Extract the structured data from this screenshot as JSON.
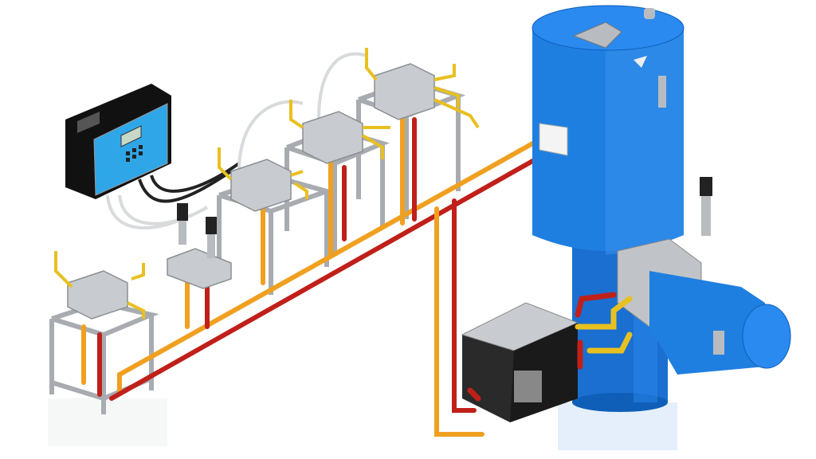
{
  "scene": {
    "subject": "lubrication-system",
    "colors": {
      "background": "#ffffff",
      "tank_blue": "#1f7fe0",
      "tank_dark": "#0f5fb8",
      "controller_panel": "#2fa6e8",
      "controller_body": "#111111",
      "pipe_orange": "#f0a020",
      "pipe_red": "#c0201a",
      "steel": "#b8bcc0",
      "steel_dark": "#8a8e92",
      "fitting_yellow": "#e8c020",
      "hose_grey": "#d8dadc",
      "gearbox_black": "#222222"
    },
    "icons": [
      "tank",
      "controller",
      "distributor-block",
      "motor",
      "pump-box",
      "pressure-sensor"
    ]
  }
}
